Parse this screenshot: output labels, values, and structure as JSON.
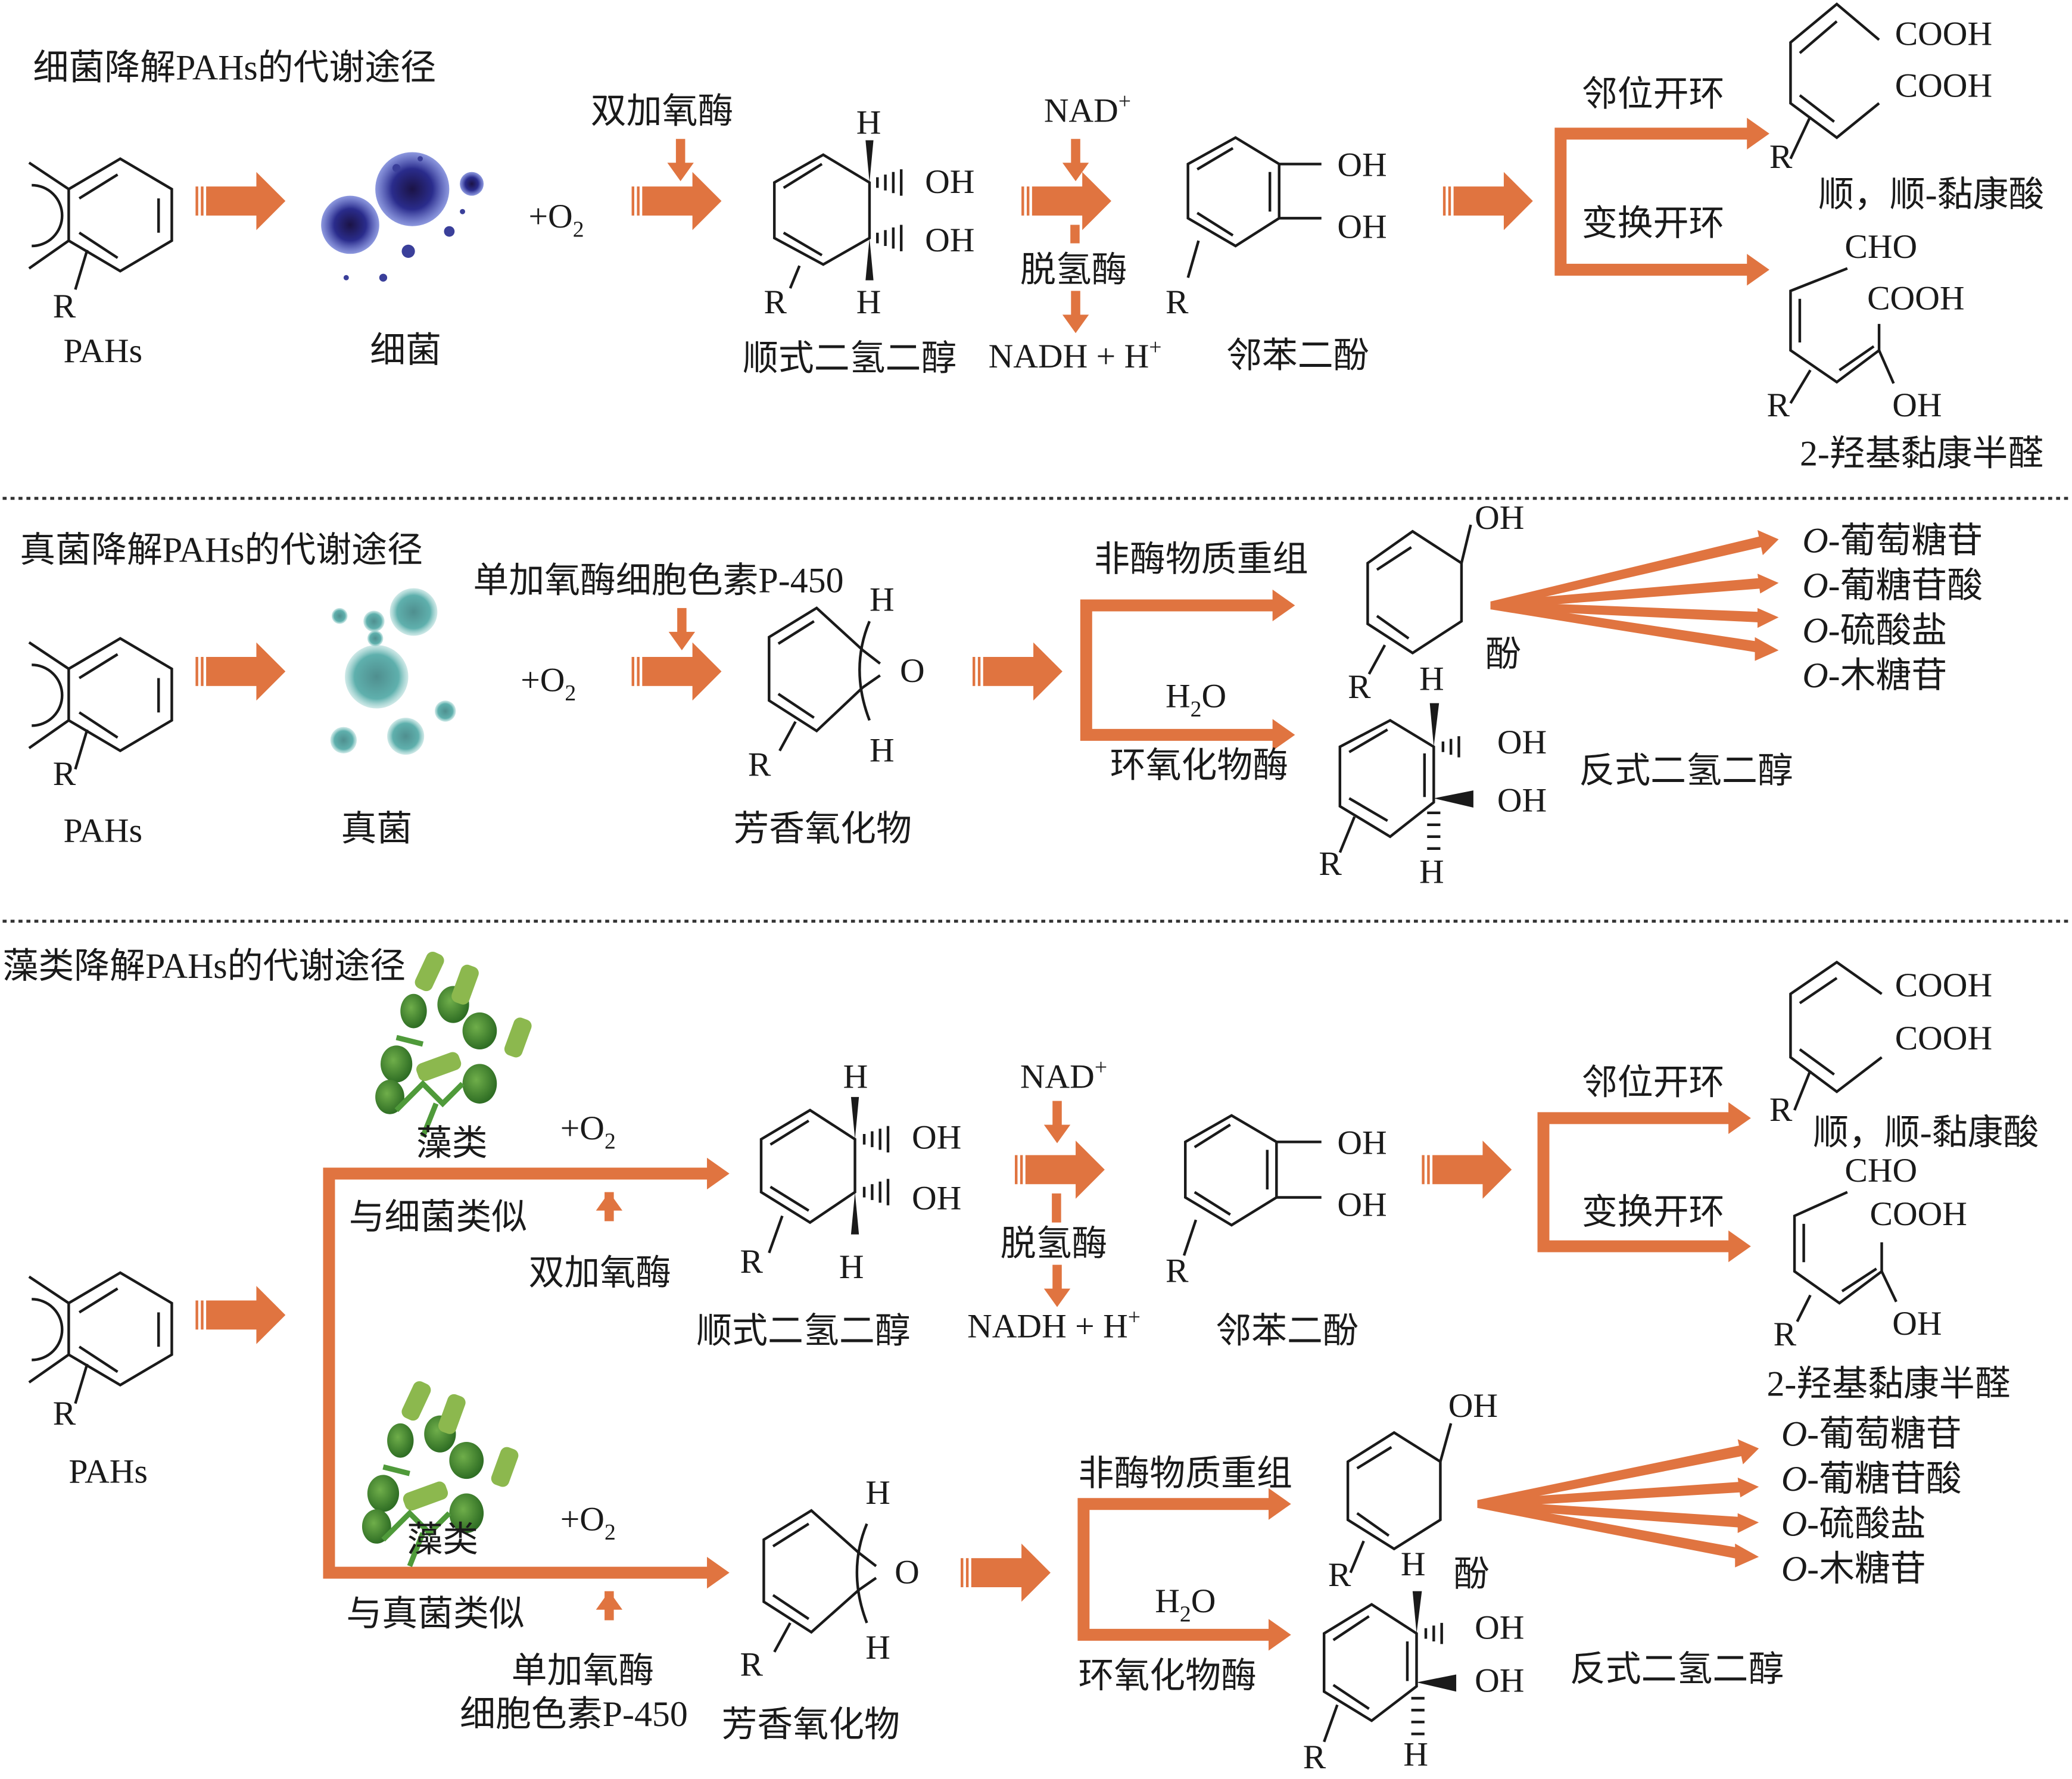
{
  "figure": {
    "accent_color": "#e07440",
    "bacteria": {
      "title": "细菌降解PAHs的代谢途径",
      "substrate_label": "PAHs",
      "r_label": "R",
      "organism_label": "细菌",
      "organism_icon": "bacteria-icon",
      "oxygen": "+O",
      "oxygen_sub": "2",
      "enzyme1": "双加氧酶",
      "intermediate1": "顺式二氢二醇",
      "h_label": "H",
      "oh_label": "OH",
      "cofactor_in": "NAD",
      "cofactor_in_sup": "+",
      "enzyme2": "脱氢酶",
      "cofactor_out": "NADH + H",
      "cofactor_out_sup": "+",
      "intermediate2": "邻苯二酚",
      "branch_ortho": "邻位开环",
      "branch_meta": "变换开环",
      "cooh_label": "COOH",
      "cho_label": "CHO",
      "product_ortho": "顺，顺-黏康酸",
      "product_meta": "2-羟基黏康半醛"
    },
    "fungi": {
      "title": "真菌降解PAHs的代谢途径",
      "substrate_label": "PAHs",
      "r_label": "R",
      "organism_label": "真菌",
      "organism_icon": "fungi-icon",
      "oxygen": "+O",
      "oxygen_sub": "2",
      "enzyme1": "单加氧酶细胞色素P-450",
      "intermediate1": "芳香氧化物",
      "h_label": "H",
      "o_label": "O",
      "oh_label": "OH",
      "branch_nonenzymatic": "非酶物质重组",
      "water": "H",
      "water_sub": "2",
      "water_o": "O",
      "enzyme2": "环氧化物酶",
      "phenol": "酚",
      "trans_diol": "反式二氢二醇",
      "conjugates": [
        {
          "prefix": "O",
          "label": "-葡萄糖苷"
        },
        {
          "prefix": "O",
          "label": "-葡糖苷酸"
        },
        {
          "prefix": "O",
          "label": "-硫酸盐"
        },
        {
          "prefix": "O",
          "label": "-木糖苷"
        }
      ]
    },
    "algae": {
      "title": "藻类降解PAHs的代谢途径",
      "substrate_label": "PAHs",
      "r_label": "R",
      "organism_label": "藻类",
      "organism_icon": "algae-icon",
      "oxygen": "+O",
      "oxygen_sub": "2",
      "similar_bacteria": "与细菌类似",
      "similar_fungi": "与真菌类似",
      "enzyme_di": "双加氧酶",
      "enzyme_mono_line1": "单加氧酶",
      "enzyme_mono_line2": "细胞色素P-450",
      "intermediate_cis": "顺式二氢二醇",
      "h_label": "H",
      "oh_label": "OH",
      "o_label": "O",
      "cofactor_in": "NAD",
      "cofactor_in_sup": "+",
      "enzyme_dh": "脱氢酶",
      "cofactor_out": "NADH + H",
      "cofactor_out_sup": "+",
      "catechol": "邻苯二酚",
      "branch_ortho": "邻位开环",
      "branch_meta": "变换开环",
      "cooh_label": "COOH",
      "cho_label": "CHO",
      "product_ortho": "顺，顺-黏康酸",
      "product_meta": "2-羟基黏康半醛",
      "arene_oxide": "芳香氧化物",
      "branch_nonenzymatic": "非酶物质重组",
      "water": "H",
      "water_sub": "2",
      "water_o": "O",
      "enzyme_epox": "环氧化物酶",
      "phenol": "酚",
      "trans_diol": "反式二氢二醇",
      "conjugates": [
        {
          "prefix": "O",
          "label": "-葡萄糖苷"
        },
        {
          "prefix": "O",
          "label": "-葡糖苷酸"
        },
        {
          "prefix": "O",
          "label": "-硫酸盐"
        },
        {
          "prefix": "O",
          "label": "-木糖苷"
        }
      ]
    }
  }
}
